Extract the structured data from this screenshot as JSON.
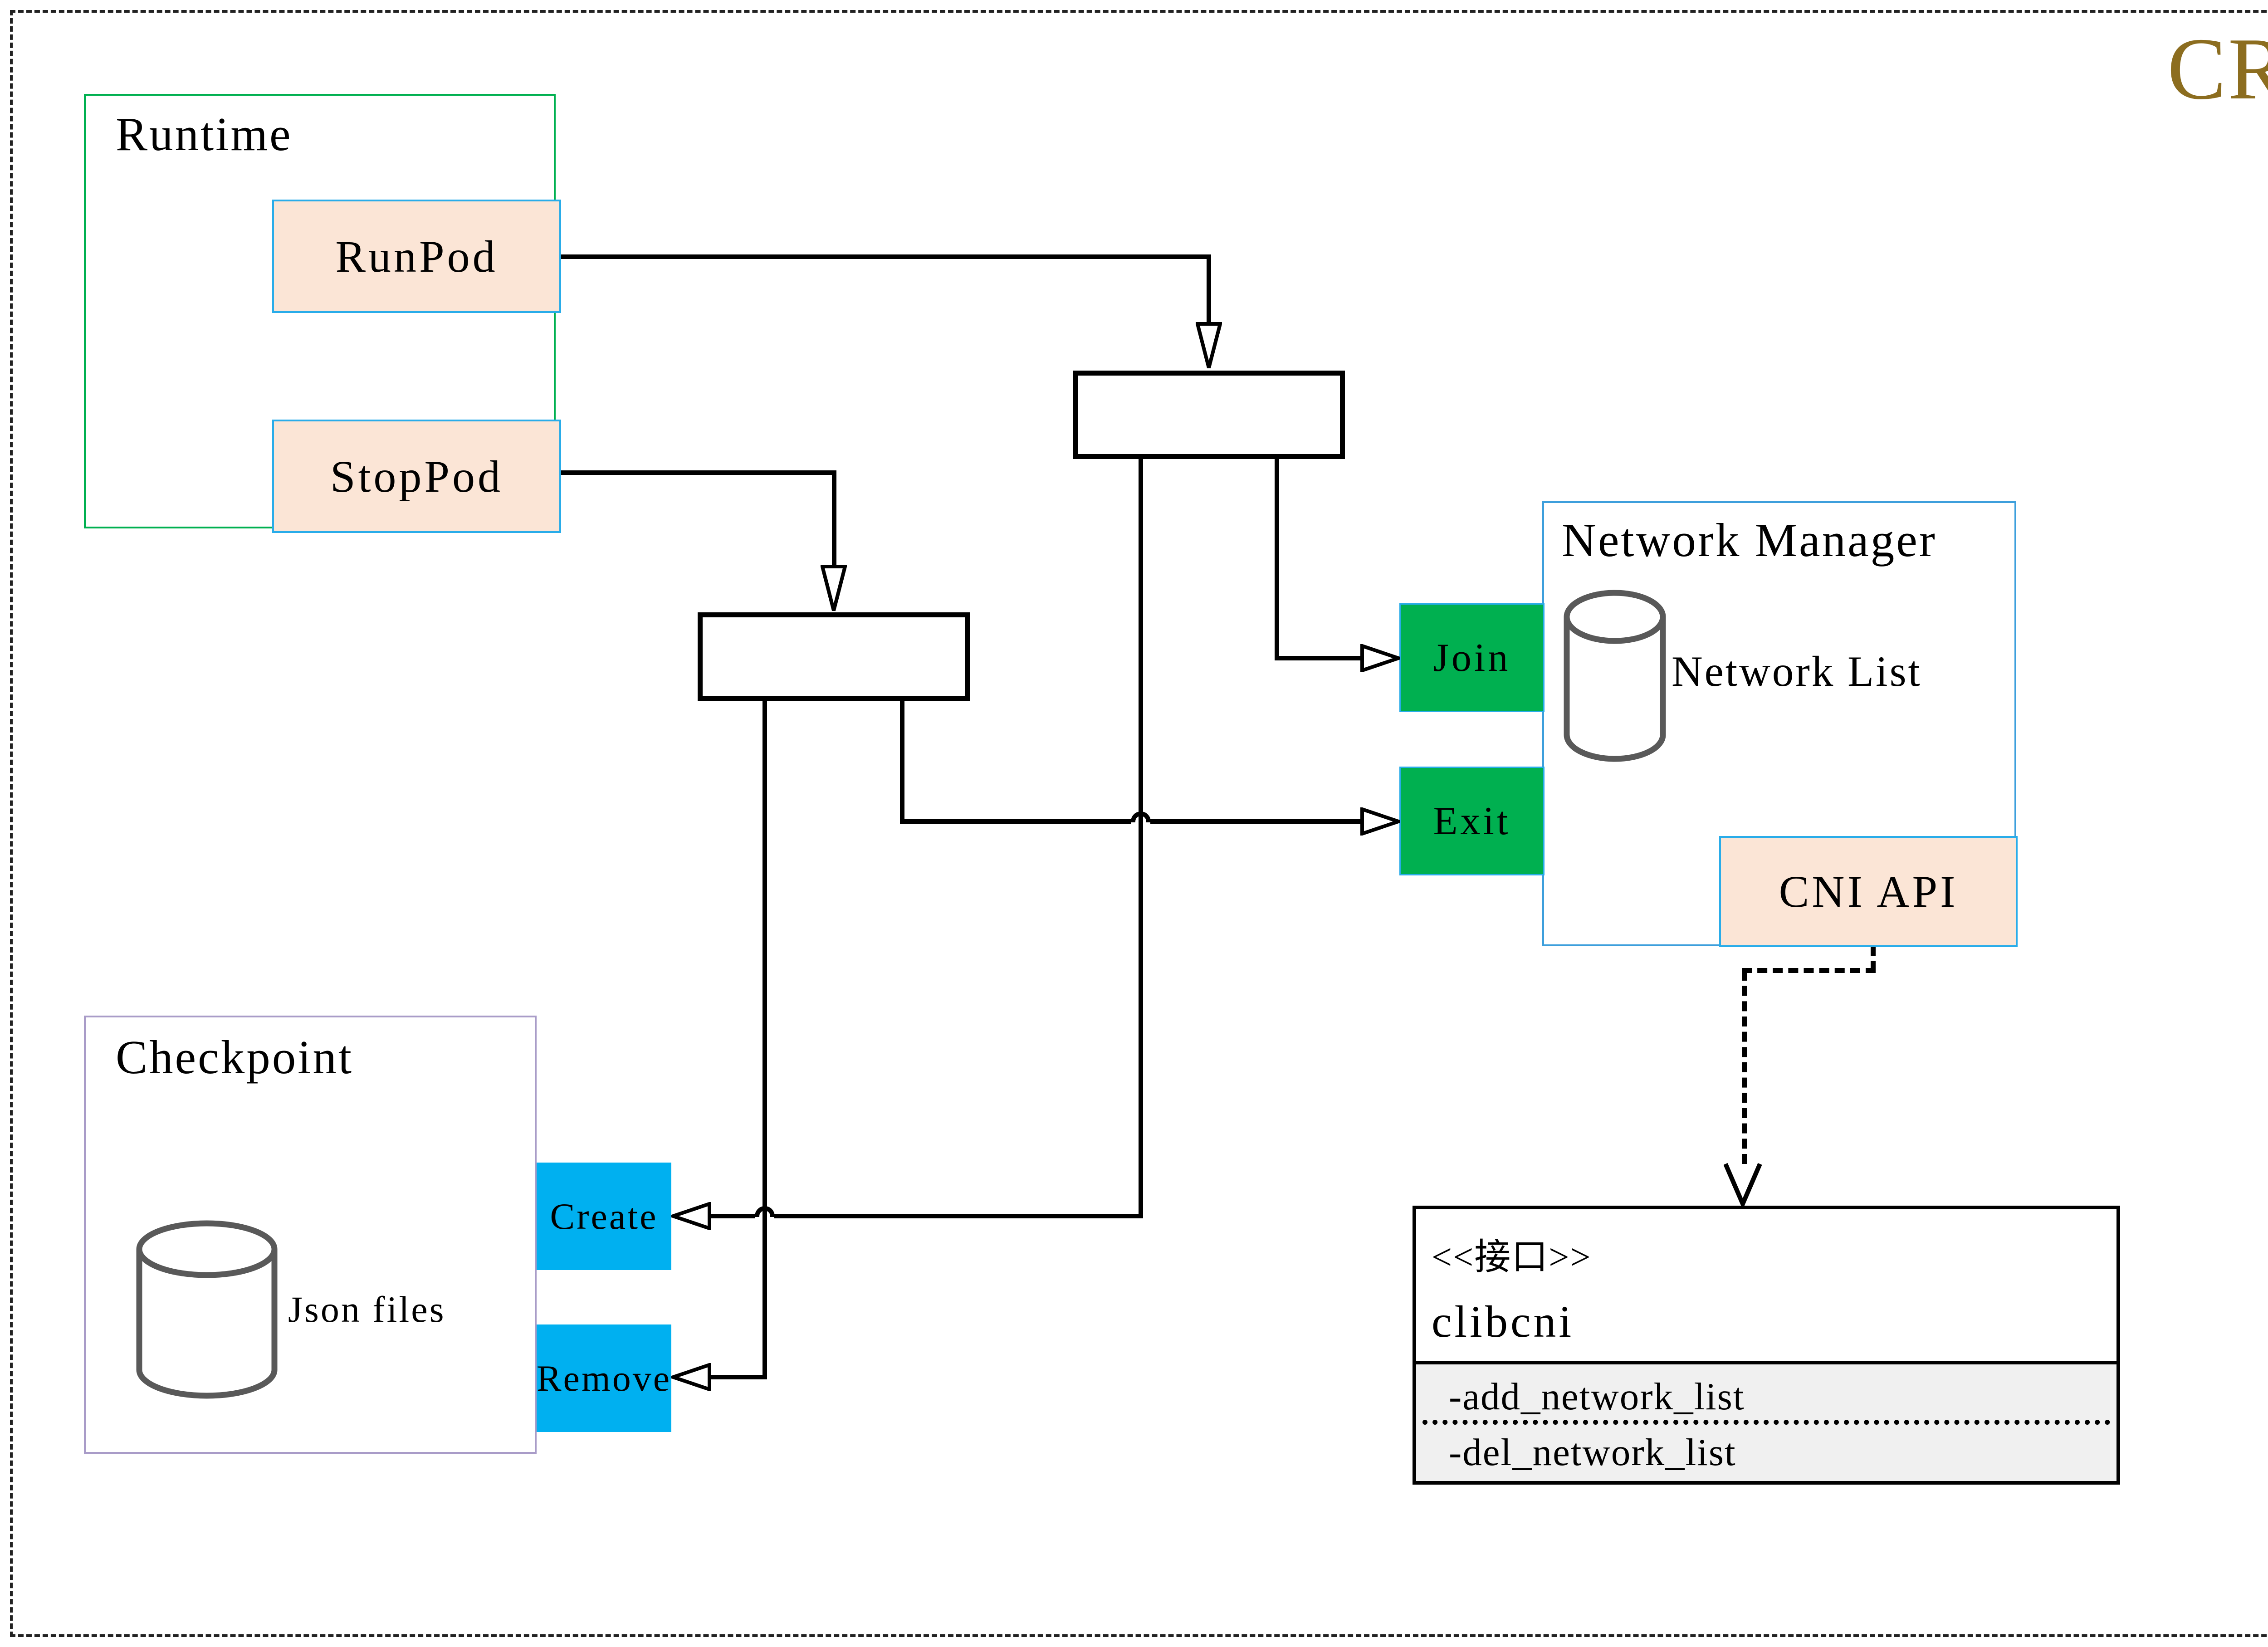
{
  "page": {
    "title": "CRI",
    "title_color": "#8C6D1F"
  },
  "runtime": {
    "label": "Runtime",
    "run_pod": "RunPod",
    "stop_pod": "StopPod"
  },
  "network_manager": {
    "label": "Network Manager",
    "network_list": "Network List",
    "cni_api": "CNI API",
    "join": "Join",
    "exit": "Exit"
  },
  "checkpoint": {
    "label": "Checkpoint",
    "json_files": "Json files",
    "create": "Create",
    "remove": "Remove"
  },
  "clibcni": {
    "stereotype": "<<接口>>",
    "name": "clibcni",
    "methods": [
      "-add_network_list",
      "-del_network_list"
    ]
  },
  "colors": {
    "title_gold": "#8C6D1F",
    "green_fill": "#00B050",
    "blue_fill": "#00B0F0",
    "peach_fill": "#FBE5D6",
    "small_box_border_blue": "#29ACE9",
    "runtime_border_green": "#00B050",
    "network_manager_border_blue": "#3D9FDC",
    "checkpoint_border_purple": "#A99CC8",
    "interface_methods_bg": "#F0F0F0",
    "cylinder_stroke_gray": "#595959",
    "line_black": "#000000"
  }
}
